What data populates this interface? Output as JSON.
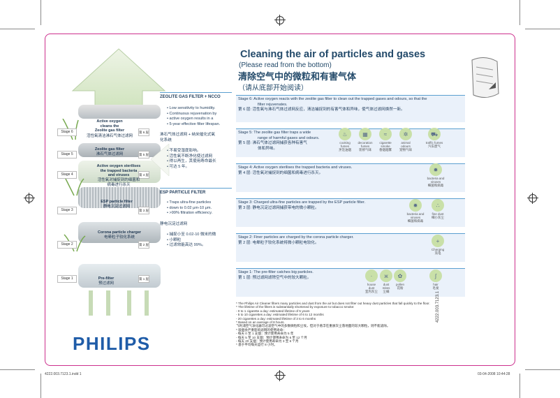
{
  "header": {
    "title_en": "Cleaning the air of particles and gases",
    "subtitle_en": "(Please read from the bottom)",
    "title_cn": "清除空气中的微粒和有害气体",
    "subtitle_cn": "（请从底部开始阅读）"
  },
  "stages": [
    {
      "id": "stage6",
      "en": "Stage 6:  Active oxygen reacts with the zeolite gas filter to clean out the trapped gases and odours, so that the",
      "en2": "filter rejuvenates.",
      "cn": "第 6 层:  活性氧与沸石气体过滤网反应，清洁捕捉到的有害气体和异味，使气体过滤网焕然一新。"
    },
    {
      "id": "stage5",
      "en": "Stage 5:  The zeolite gas filter traps a wide",
      "en2": "range of harmful gases and odours.",
      "cn": "第 5 层:  沸石气体过滤网捕获各种有害气",
      "cn2": "体和异味。",
      "icons": [
        {
          "name": "cooking-fumes-icon",
          "label": "cooking fumes",
          "cn": "烹饪油烟"
        },
        {
          "name": "decoration-fumes-icon",
          "label": "decoration fumes",
          "cn": "装修气味"
        },
        {
          "name": "cigarette-smoke-icon",
          "label": "cigarette smoke",
          "cn": "香烟烟雾"
        },
        {
          "name": "animal-odours-icon",
          "label": "animal odours",
          "cn": "宠物气味"
        },
        {
          "name": "traffic-fumes-icon",
          "label": "traffic fumes",
          "cn": "汽车废气"
        }
      ]
    },
    {
      "id": "stage4",
      "en": "Stage 4:  Active oxygen sterilises the trapped bacteria and viruses.",
      "cn": "第 4 层:  活性氧对捕捉到的细菌和病毒进行杀灭。",
      "icons": [
        {
          "name": "bacteria-viruses-icon",
          "label": "bacteria and viruses",
          "cn": "细菌和病毒"
        }
      ]
    },
    {
      "id": "stage3",
      "en": "Stage 3:  Charged ultra-fine particles are trapped by the ESP particle filter.",
      "cn": "第 3 层:  静电沉淀过滤网捕获带电的微小颗粒。",
      "icons": [
        {
          "name": "bacteria-viruses-icon-2",
          "label": "bacteria and viruses",
          "cn": "细菌和病毒"
        },
        {
          "name": "fine-dust-icon",
          "label": "fine dust",
          "cn": "细小灰尘"
        }
      ]
    },
    {
      "id": "stage2",
      "en": "Stage 2:  Finer particles are charged by the corona particle charger.",
      "cn": "第 2 层:  电晕粒子较化系统将微小颗粒电较化。",
      "icons": [
        {
          "name": "charging-icon",
          "label": "Charging",
          "cn": "充电"
        }
      ]
    },
    {
      "id": "stage1",
      "en": "Stage 1:  The pre-filter catches big particles.",
      "cn": "第 1 层:  预过滤网滤除空气中的较大颗粒。",
      "icons": [
        {
          "name": "house-dust-icon",
          "label": "house dust",
          "cn": "室内灰尘"
        },
        {
          "name": "dust-mites-icon",
          "label": "dust mites",
          "cn": "尘螨"
        },
        {
          "name": "pollen-icon",
          "label": "pollen",
          "cn": "花粉"
        },
        {
          "name": "hair-icon",
          "label": "hair",
          "cn": "毛发"
        }
      ]
    }
  ],
  "zeolite_panel": {
    "heading": "ZEOLITE GAS FILTER + NCCO",
    "bullets_en": [
      "Low sensitivity to humidity.",
      "Continuous rejuvenation by",
      "active oxygen results in a",
      "5-year effective filter lifespan."
    ],
    "heading_cn": "沸石气体过滤网 + 纳米催化式氧",
    "heading_cn2": "化系统",
    "bullets_cn": [
      "不易受湿度影响。",
      "活性氧不断净化使过滤网",
      "得以再生，其使用寿命最长",
      "可达 5 年。"
    ]
  },
  "esp_panel": {
    "heading": "ESP PARTICLE FILTER",
    "bullets_en": [
      "Traps ultra-fine particles",
      "down to 0.02 μm-10 μm.",
      ">99% filtration efficiency."
    ],
    "heading_cn": "静电沉淀过滤网",
    "bullets_cn": [
      "捕捉小至 0.02-10 微米的微",
      "小颗粒",
      "过滤效能高达 99%。"
    ]
  },
  "layers": [
    {
      "name": "stage6-layer",
      "tag": "Stage 6",
      "text": "Active oxygen\ncleans the\nZeolite gas filter",
      "cn": "活性氧清洁沸石气体过滤网"
    },
    {
      "name": "stage5-layer",
      "tag": "Stage 5",
      "text": "Zeolite gas filter",
      "cn": "沸石气体过滤网"
    },
    {
      "name": "stage4-layer",
      "tag": "Stage 4",
      "text": "Active oxygen sterilises\nthe trapped bacteria\nand viruses",
      "cn": "活性氧对捕捉到的细菌和\n病毒进行杀灭"
    },
    {
      "name": "stage3-layer",
      "tag": "Stage 3",
      "text": "ESP particle filter",
      "cn": "静电沉淀过滤网"
    },
    {
      "name": "stage2-layer",
      "tag": "Stage 2",
      "text": "Corona particle charger",
      "cn": "电晕粒子较化系统"
    },
    {
      "name": "stage1-layer",
      "tag": "Stage 1",
      "text": "Pre-filter",
      "cn": "预过滤网"
    }
  ],
  "right_tags": [
    "第 6 层",
    "第 5 层",
    "第 4 层",
    "第 3 层",
    "第 2 层",
    "第 1 层"
  ],
  "notes": [
    "* The Philips Air Cleaner filters many particles and dust from the air but does not filter out heavy dust particles that fall quickly to the floor.",
    "* The lifetime of the filters is substantially shortened by exposure to tobacco smoke:",
    "- 0 to 1 cigarette a day: estimated lifetime of 5 years",
    "- 5 to 10 cigarettes a day: estimated lifetime of 6 to 12 months",
    "- 20 cigarettes a day: estimated lifetime of 3 to 6 months",
    "* Based on an average of 8 hours.",
    "飞利浦空气净化器可过滤空气中的多数微粒和尘埃，但对于悬浮在重质灰尘落地面的较大颗粒，则不能滤除。",
    "* 吸烟会严重影响滤网的使用寿命：",
    "- 每天 0 至 1 支烟：预计使用寿命为 5 年",
    "- 每天 5 至 10 支烟：预计使用寿命为 6 至 12 个月",
    "- 每天 20 支烟：预计使用寿命为 3 至 6 个月",
    "* 基于平均每天运行 8 小时。"
  ],
  "brand": "PHILIPS",
  "doc_code": "4222.003.7123.1",
  "footer": {
    "left": "4222.003.7123.1.indd   1",
    "right": "03-04-2008   10:44:28"
  }
}
